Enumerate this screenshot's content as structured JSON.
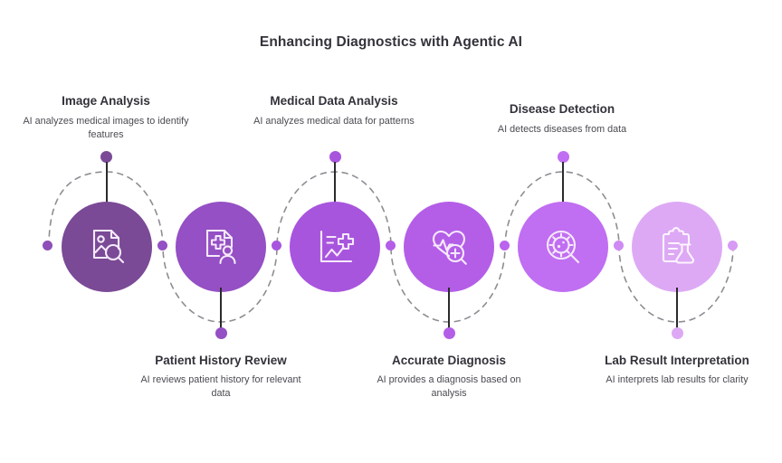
{
  "header": {
    "title": "Enhancing Diagnostics with Agentic AI"
  },
  "theme": {
    "background": "#ffffff",
    "title_color": "#33323a",
    "node_title_color": "#33323a",
    "node_desc_color": "#4a4a52",
    "dashed_line_color": "#8d8d93",
    "stem_color": "#2b2b2b"
  },
  "steps": [
    {
      "title": "Image Analysis",
      "description": "AI analyzes medical images to identify features",
      "icon": "document-image-search-icon",
      "color": "#7a4a96",
      "dot_color": "#7a4a96",
      "position": "top"
    },
    {
      "title": "Patient History Review",
      "description": "AI reviews patient history for relevant data",
      "icon": "medical-record-person-icon",
      "color": "#9450c4",
      "dot_color": "#9450c4",
      "position": "bottom"
    },
    {
      "title": "Medical Data Analysis",
      "description": "AI analyzes medical data for patterns",
      "icon": "medical-chart-icon",
      "color": "#a855de",
      "dot_color": "#a855de",
      "position": "top"
    },
    {
      "title": "Accurate Diagnosis",
      "description": "AI provides a diagnosis based on analysis",
      "icon": "heart-pulse-search-icon",
      "color": "#b45ee8",
      "dot_color": "#b45ee8",
      "position": "bottom"
    },
    {
      "title": "Disease Detection",
      "description": "AI detects diseases from data",
      "icon": "virus-magnifier-icon",
      "color": "#c06ef2",
      "dot_color": "#c06ef2",
      "position": "top"
    },
    {
      "title": "Lab Result Interpretation",
      "description": "AI interprets lab results for clarity",
      "icon": "clipboard-flask-icon",
      "color": "#dda9f5",
      "dot_color": "#dda9f5",
      "position": "bottom"
    }
  ],
  "connector_dots": [
    {
      "name": "connector-dot-start",
      "color": "#8e4fb8"
    },
    {
      "name": "connector-dot-1",
      "color": "#9450c4"
    },
    {
      "name": "connector-dot-2",
      "color": "#a855de"
    },
    {
      "name": "connector-dot-3",
      "color": "#b45ee8"
    },
    {
      "name": "connector-dot-4",
      "color": "#bb63ee"
    },
    {
      "name": "connector-dot-5",
      "color": "#cf8af4"
    },
    {
      "name": "connector-dot-end",
      "color": "#d79af5"
    }
  ]
}
